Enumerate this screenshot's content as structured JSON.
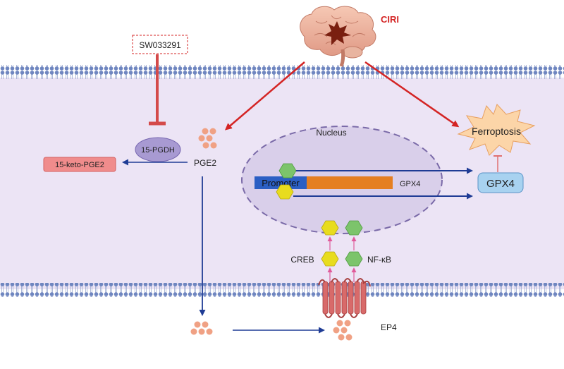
{
  "labels": {
    "ciri": "CIRI",
    "sw033291": "SW033291",
    "pgdh": "15-PGDH",
    "pge2": "PGE2",
    "keto_pge2": "15-keto-PGE2",
    "nucleus": "Nucleus",
    "promoter": "Promoter",
    "gpx4_gene": "GPX4",
    "gpx4_protein": "GPX4",
    "ferroptosis": "Ferroptosis",
    "creb": "CREB",
    "nfkb": "NF-κB",
    "ep4": "EP4"
  },
  "colors": {
    "cytoplasm": "#ece4f5",
    "membrane_head": "#6f86c0",
    "nucleus_fill": "#d9cfea",
    "nucleus_border": "#7a6aa8",
    "activation_arrow": "#d42424",
    "pathway_arrow": "#1f3c95",
    "creb_hexagon": "#e8dc1e",
    "nfkb_hexagon": "#7cc46b",
    "pge2_dots": "#f0a184",
    "promoter_bar": "#2b5fc4",
    "gene_bar": "#e57f22",
    "keto_box": "#f08c8c",
    "gpx4_box": "#a8d2f0",
    "ferroptosis_burst": "#fcd5a8",
    "receptor": "#d86a6a",
    "ciri_text": "#d42424"
  },
  "icons": [
    "brain-icon",
    "ferroptosis-burst-icon",
    "ep4-receptor-icon",
    "pge2-molecule-icon",
    "creb-hexagon-icon",
    "nfkb-hexagon-icon"
  ]
}
